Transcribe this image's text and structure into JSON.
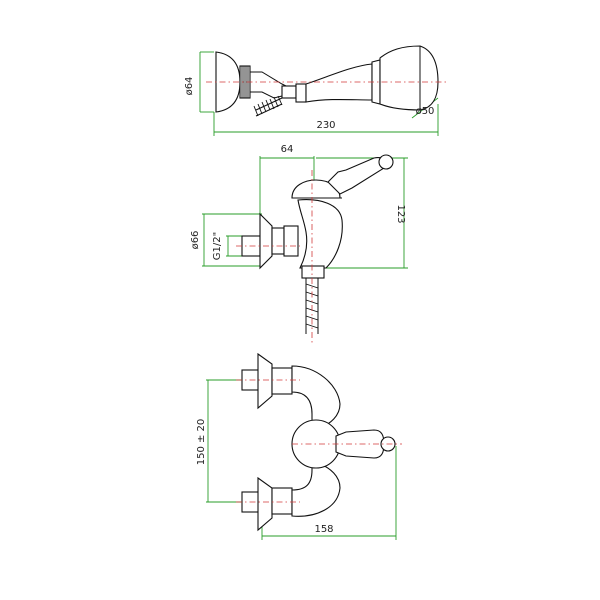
{
  "dimensions": {
    "handshower_head_diameter": "ø64",
    "handshower_outlet_diameter": "ø50",
    "handshower_length": "230",
    "mixer_depth": "64",
    "mixer_height": "123",
    "flange_diameter": "ø66",
    "connection_thread": "G1/2\"",
    "inlet_centres": "150 ± 20",
    "mixer_width": "158"
  },
  "colors": {
    "outline": "#111111",
    "dimension_lines": "#2a9d2a",
    "centre_lines": "#d23a3a"
  }
}
